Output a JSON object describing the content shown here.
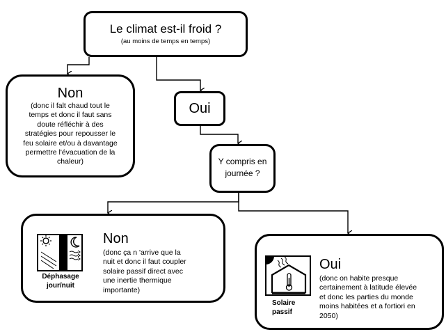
{
  "root": {
    "title": "Le climat est-il froid ?",
    "subtitle": "(au moins de temps en temps)"
  },
  "no_left": {
    "title": "Non",
    "body": [
      "(donc il falt chaud tout le",
      "temps et donc il faut sans",
      "doute réfléchir à des",
      "stratégies pour repousser le",
      "feu solaire et/ou à davantage",
      "permettre l'évacuation de la",
      "chaleur)"
    ]
  },
  "yes_1": {
    "label": "Oui"
  },
  "question_2": {
    "lines": [
      "Y compris en",
      "journée ?"
    ]
  },
  "no_bottom": {
    "title": "Non",
    "body": [
      "(donc ça n 'arrive que la",
      "nuit et donc il faut coupler",
      "solaire passif direct avec",
      "une inertie thermique",
      "importante)"
    ],
    "icon_caption": [
      "Déphasage",
      "jour/nuit"
    ],
    "icon": "day-night-phase-shift-icon"
  },
  "yes_bottom": {
    "title": "Oui",
    "body": [
      "(donc on habite presque",
      "certainement à latitude élevée",
      "et donc les parties du monde",
      "moins habitées et a fortiori en",
      "2050)"
    ],
    "icon_caption": [
      "Solaire",
      "passif"
    ],
    "icon": "passive-solar-house-icon"
  }
}
